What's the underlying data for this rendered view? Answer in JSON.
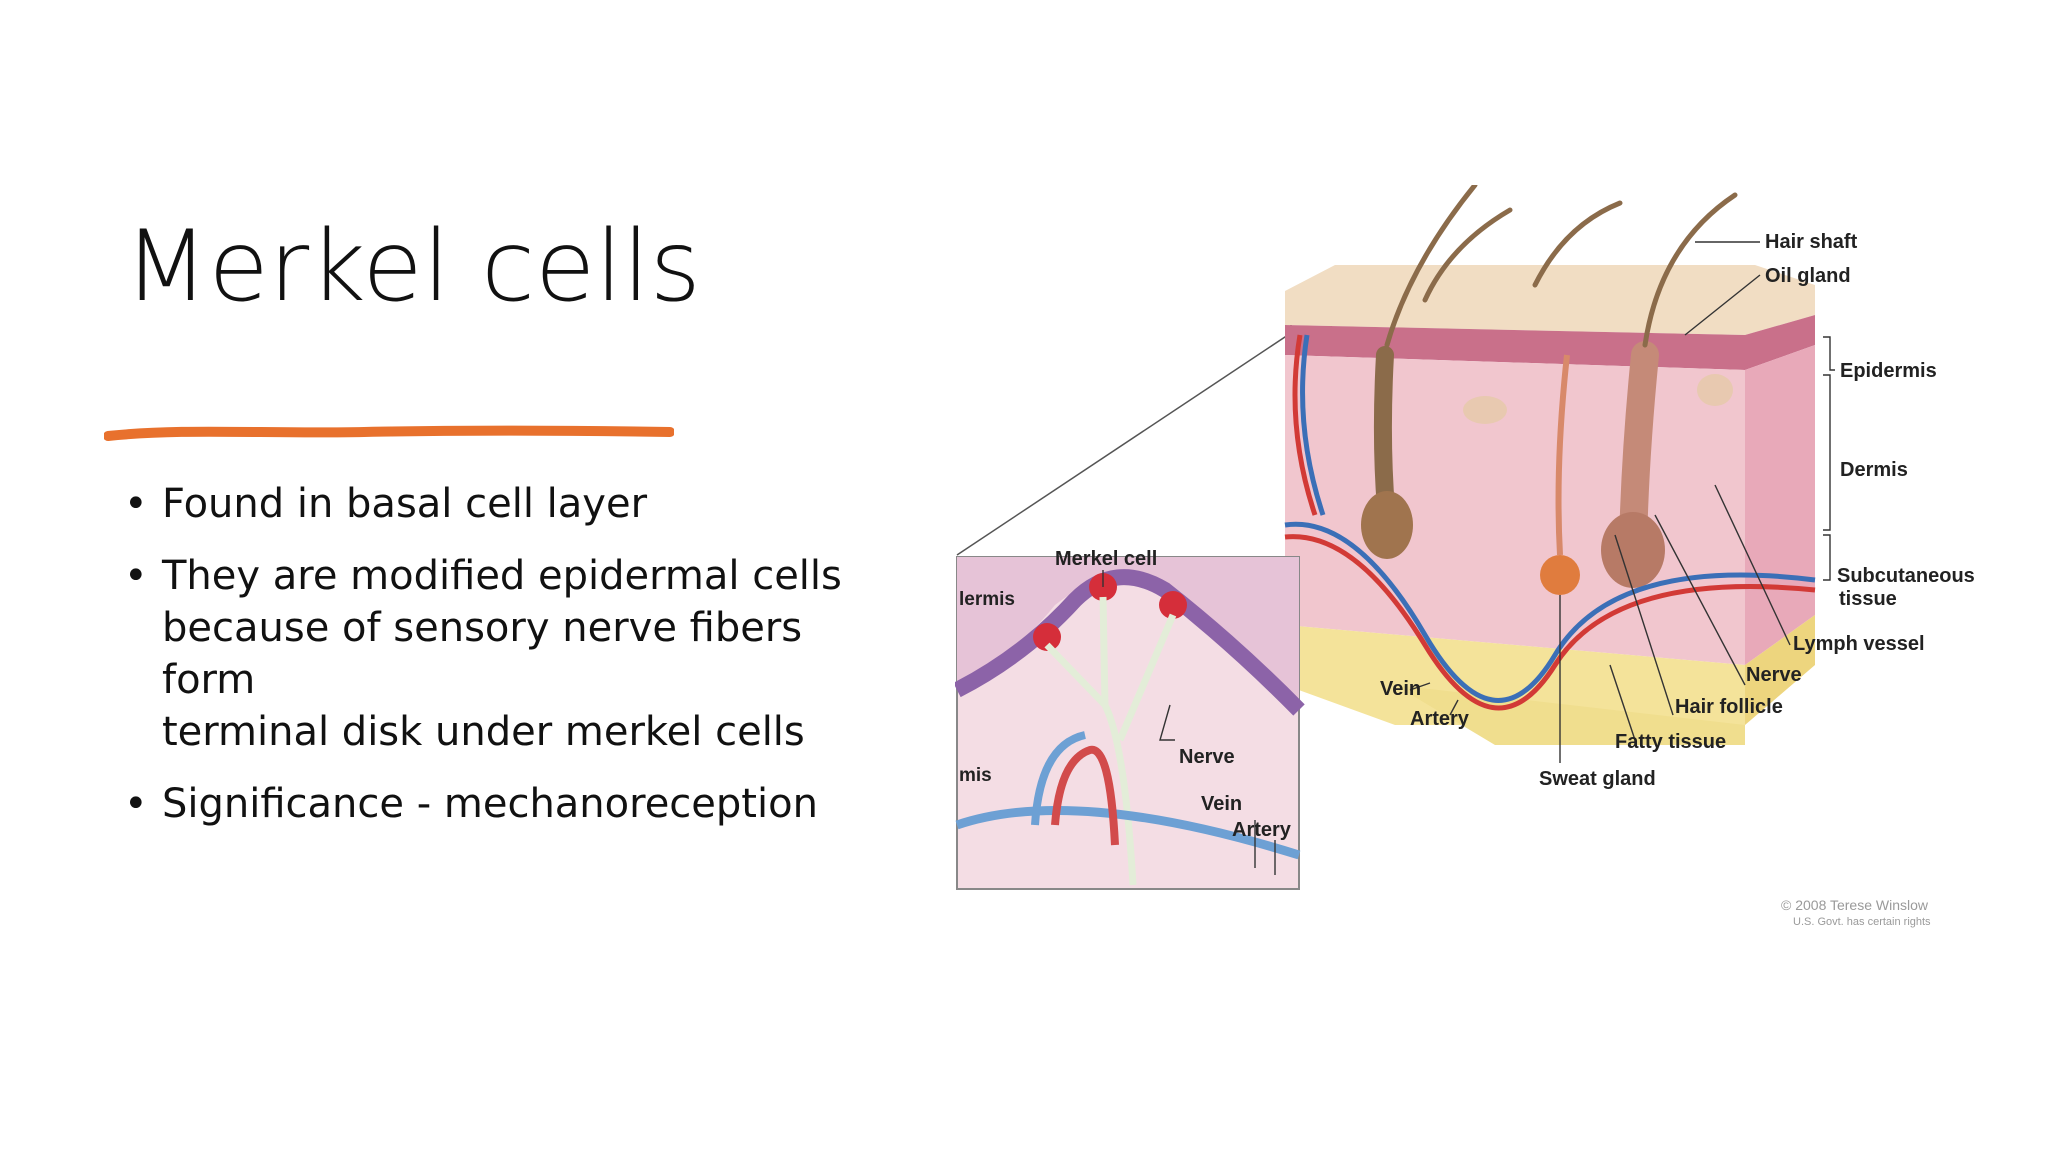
{
  "slide": {
    "title": "Merkel cells",
    "bullets": [
      {
        "text": "Found in basal cell layer"
      },
      {
        "lines": [
          "They are modified epidermal cells",
          "because of sensory nerve fibers form",
          "terminal disk under merkel cells"
        ]
      },
      {
        "text": "Significance - mechanoreception"
      }
    ],
    "bullet_symbol": "•",
    "accent_color": "#E8712D"
  },
  "figure": {
    "labels": {
      "hair_shaft": "Hair shaft",
      "oil_gland": "Oil gland",
      "epidermis": "Epidermis",
      "dermis": "Dermis",
      "subcutaneous_1": "Subcutaneous",
      "subcutaneous_2": "tissue",
      "lymph_vessel": "Lymph vessel",
      "nerve": "Nerve",
      "hair_follicle": "Hair follicle",
      "fatty_tissue": "Fatty tissue",
      "sweat_gland": "Sweat gland",
      "vein": "Vein",
      "artery": "Artery"
    },
    "inset_labels": {
      "merkel_cell": "Merkel cell",
      "epidermis_partial": "lermis",
      "dermis_partial": "mis",
      "nerve": "Nerve",
      "vein": "Vein",
      "artery": "Artery"
    },
    "copyright": {
      "line1": "© 2008 Terese Winslow",
      "line2": "U.S. Govt. has certain rights"
    }
  }
}
